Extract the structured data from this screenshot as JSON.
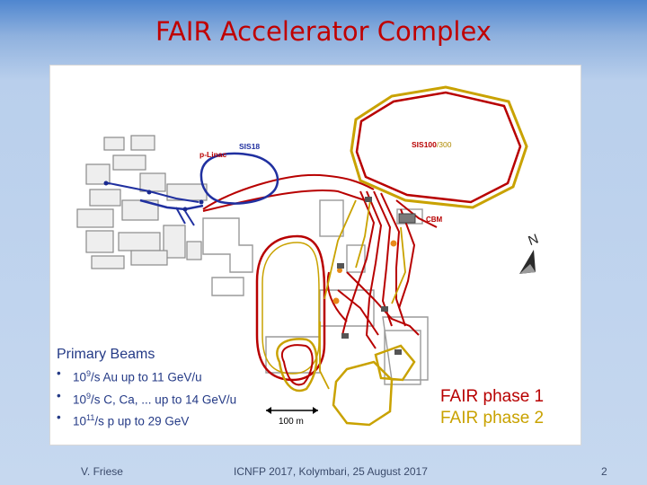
{
  "slide": {
    "title": "FAIR Accelerator Complex"
  },
  "diagram": {
    "labels": {
      "sis18": "SIS18",
      "plinac": "p-Linac",
      "sis100": "SIS100",
      "sis300": "/300",
      "cbm": "CBM",
      "north": "N",
      "scale": "100 m"
    },
    "colors": {
      "phase1": "#b80000",
      "phase2": "#c9a200",
      "existing": "#2030a0"
    }
  },
  "primary_beams": {
    "heading": "Primary Beams",
    "items": [
      {
        "base": "10",
        "exp": "9",
        "text": "/s  Au up to 11 GeV/u"
      },
      {
        "base": "10",
        "exp": "9",
        "text": "/s C, Ca, ... up to 14 GeV/u"
      },
      {
        "base": "10",
        "exp": "11",
        "text": "/s  p up to 29 GeV"
      }
    ]
  },
  "legend": {
    "phase1": "FAIR phase 1",
    "phase2": "FAIR phase 2"
  },
  "footer": {
    "author": "V. Friese",
    "conference": "ICNFP 2017, Kolymbari, 25 August 2017",
    "page": "2"
  }
}
